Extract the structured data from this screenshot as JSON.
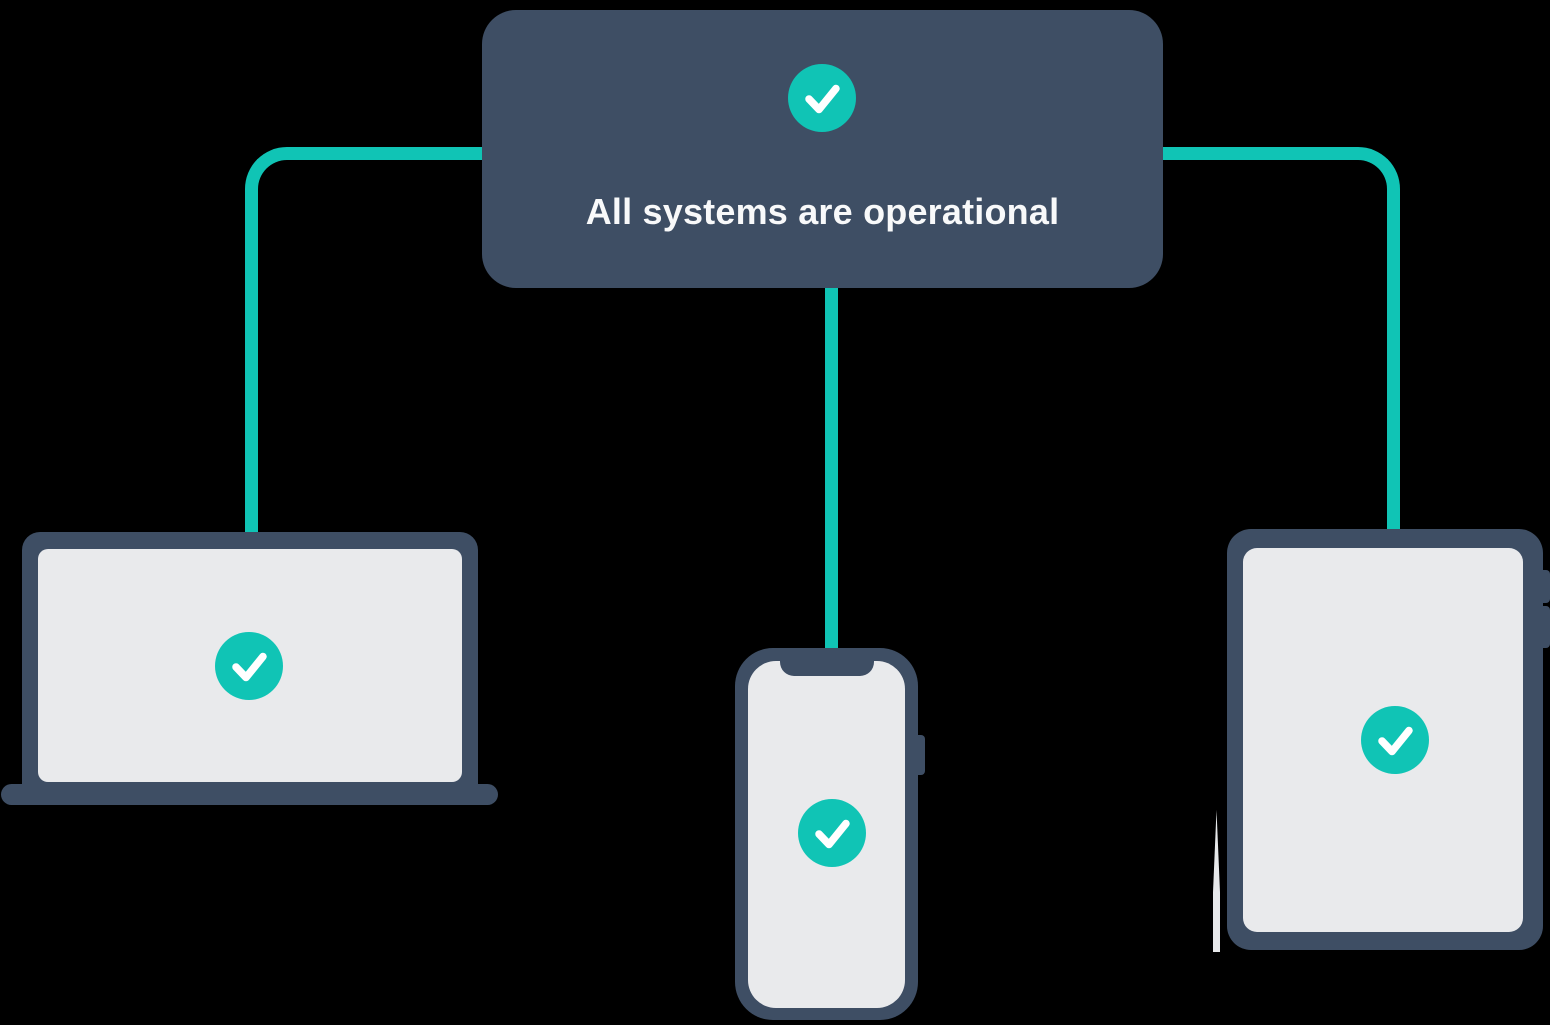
{
  "diagram": {
    "title_node": {
      "message": "All systems are operational",
      "icon": "checkmark"
    },
    "device_nodes": [
      {
        "id": "laptop",
        "type": "laptop",
        "icon": "checkmark",
        "status": "operational"
      },
      {
        "id": "phone",
        "type": "smartphone",
        "icon": "checkmark",
        "status": "operational"
      },
      {
        "id": "tablet",
        "type": "tablet",
        "icon": "checkmark",
        "status": "operational"
      }
    ],
    "connections": [
      {
        "from": "title_node",
        "to": "laptop"
      },
      {
        "from": "title_node",
        "to": "phone"
      },
      {
        "from": "title_node",
        "to": "tablet"
      }
    ]
  },
  "colors": {
    "accent": "#10C4B5",
    "frame": "#3E4E64",
    "screen": "#E9EAEC",
    "text": "#F8F9FA",
    "background": "#000000",
    "stylus": "#E7E9EB"
  }
}
